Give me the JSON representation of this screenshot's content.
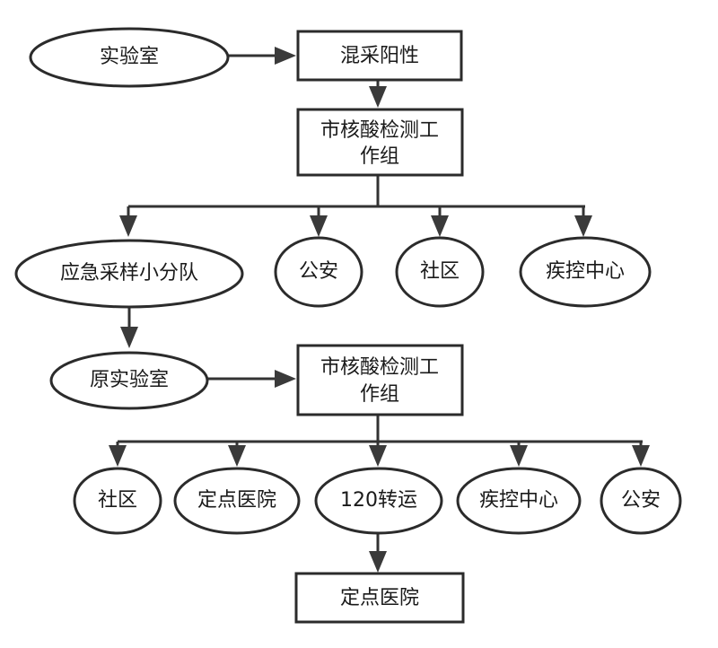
{
  "nodes": {
    "lab": "实验室",
    "mixed_positive": "混采阳性",
    "city_team_1_line1": "市核酸检测工",
    "city_team_1_line2": "作组",
    "emergency_team": "应急采样小分队",
    "police_1": "公安",
    "community_1": "社区",
    "cdc_1": "疾控中心",
    "original_lab": "原实验室",
    "city_team_2_line1": "市核酸检测工",
    "city_team_2_line2": "作组",
    "community_2": "社区",
    "hospital_1": "定点医院",
    "transfer_120": "120转运",
    "cdc_2": "疾控中心",
    "police_2": "公安",
    "hospital_final": "定点医院"
  },
  "colors": {
    "stroke": "#2b2b2b",
    "arrow": "#3a3a3a",
    "background": "#ffffff"
  }
}
